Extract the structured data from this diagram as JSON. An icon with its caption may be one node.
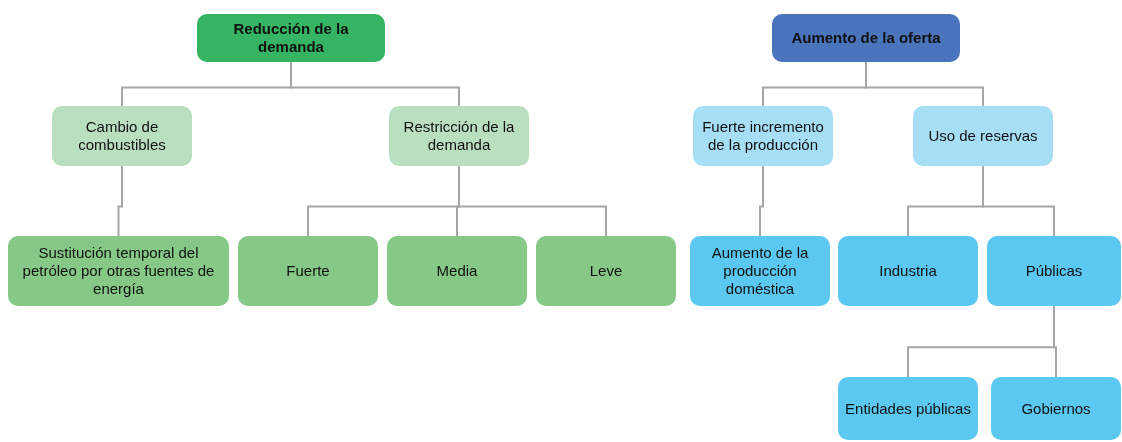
{
  "diagram": {
    "nodes": [
      {
        "text": [
          "Reducción de la demanda"
        ]
      },
      {
        "text": [
          "Aumento de la oferta"
        ]
      },
      {
        "text": [
          "Cambio de combustibles"
        ]
      },
      {
        "text": [
          "Restricción de la demanda"
        ]
      },
      {
        "text": [
          "Fuerte incremento de la producción"
        ]
      },
      {
        "text": [
          "Uso de reservas"
        ]
      },
      {
        "text": [
          "Sustitución temporal del petróleo por otras fuentes de energía"
        ]
      },
      {
        "text": [
          "Fuerte"
        ]
      },
      {
        "text": [
          "Media"
        ]
      },
      {
        "text": [
          "Leve"
        ]
      },
      {
        "text": [
          "Aumento de la producción doméstica"
        ]
      },
      {
        "text": [
          "Industria"
        ]
      },
      {
        "text": [
          "Públicas"
        ]
      },
      {
        "text": [
          "Entidades públicas"
        ]
      },
      {
        "text": [
          "Gobiernos"
        ]
      }
    ],
    "edges": [
      {
        "from": 0,
        "to": 2,
        "arrow": "none"
      },
      {
        "from": 0,
        "to": 3,
        "arrow": "none"
      },
      {
        "from": 1,
        "to": 4,
        "arrow": "none"
      },
      {
        "from": 1,
        "to": 5,
        "arrow": "none"
      },
      {
        "from": 2,
        "to": 6,
        "arrow": "none"
      },
      {
        "from": 3,
        "to": 7,
        "arrow": "none"
      },
      {
        "from": 3,
        "to": 8,
        "arrow": "none"
      },
      {
        "from": 3,
        "to": 9,
        "arrow": "none"
      },
      {
        "from": 4,
        "to": 10,
        "arrow": "none"
      },
      {
        "from": 5,
        "to": 11,
        "arrow": "none"
      },
      {
        "from": 5,
        "to": 12,
        "arrow": "none"
      },
      {
        "from": 12,
        "to": 13,
        "arrow": "none"
      },
      {
        "from": 12,
        "to": 14,
        "arrow": "none"
      }
    ]
  }
}
